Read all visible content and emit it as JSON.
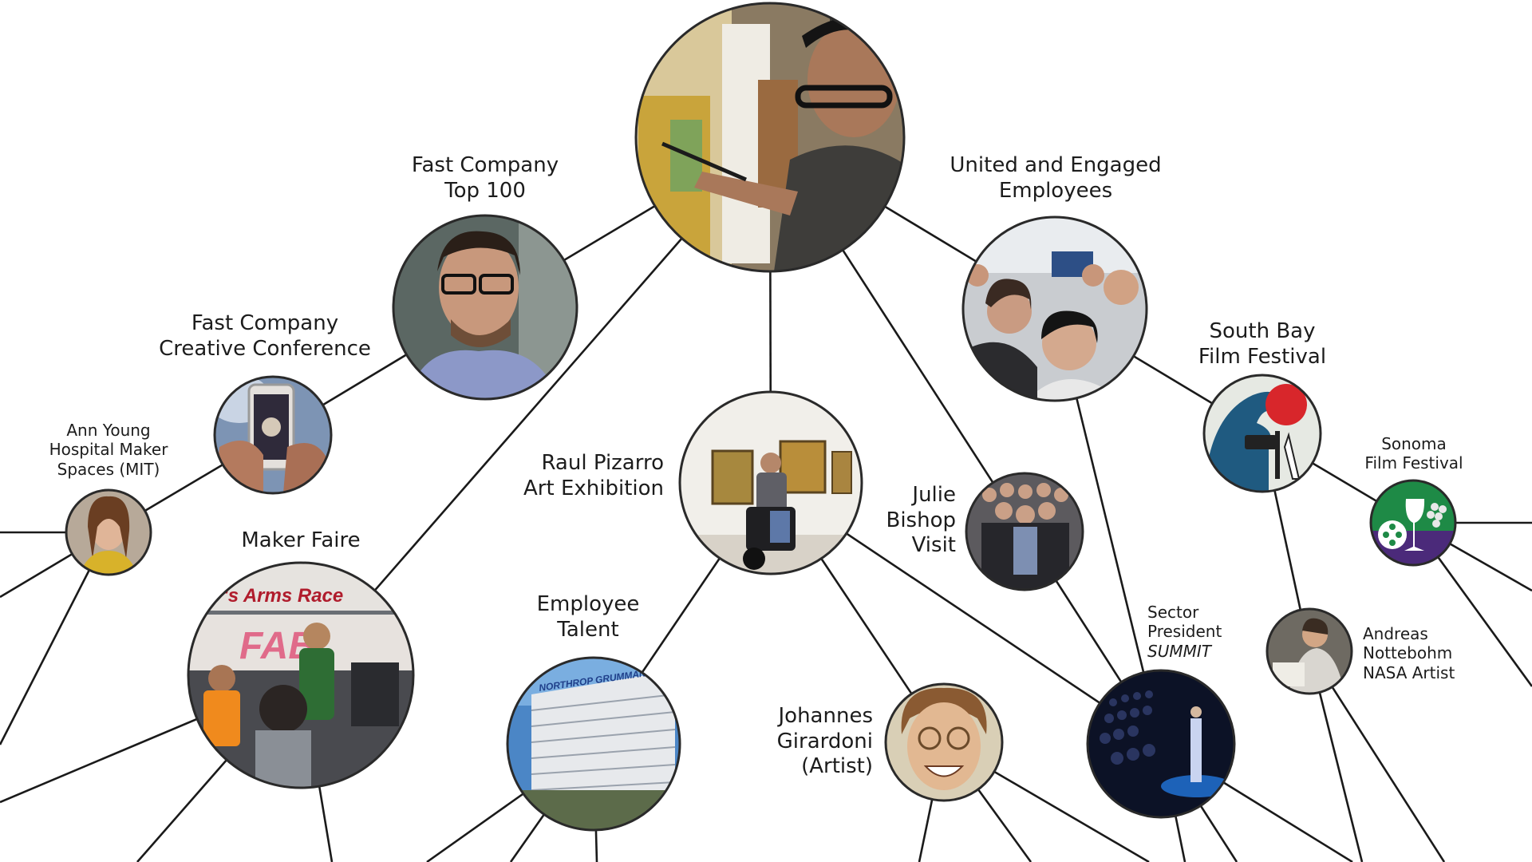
{
  "diagram": {
    "nodes": {
      "hub": {
        "photo": "artist-painting-canvas"
      },
      "fast_company_top100": {
        "photo": "man-with-glasses-portrait",
        "label": [
          "Fast Company",
          "Top 100"
        ]
      },
      "fast_company_creative": {
        "photo": "phone-camera-screen",
        "label": [
          "Fast Company",
          "Creative Conference"
        ]
      },
      "ann_young": {
        "photo": "smiling-woman-portrait",
        "label": [
          "Ann Young",
          "Hospital Maker",
          "Spaces (MIT)"
        ]
      },
      "maker_faire": {
        "photo": "maker-faire-booth",
        "label": [
          "Maker Faire"
        ],
        "banner": "'s Arms Race",
        "banner2": "FAB"
      },
      "raul_pizarro": {
        "photo": "art-exhibition-wheelchair",
        "label": [
          "Raul Pizarro",
          "Art Exhibition"
        ]
      },
      "employee_talent": {
        "photo": "office-building",
        "label": [
          "Employee",
          "Talent"
        ],
        "building_sign": "NORTHROP GRUMMAN"
      },
      "united_engaged": {
        "photo": "employees-crowd",
        "label": [
          "United and Engaged",
          "Employees"
        ]
      },
      "julie_bishop": {
        "photo": "group-photo-wheelchair",
        "label": [
          "Julie",
          "Bishop",
          "Visit"
        ]
      },
      "johannes": {
        "photo": "smiling-man-portrait",
        "label": [
          "Johannes",
          "Girardoni",
          "(Artist)"
        ]
      },
      "sector_summit": {
        "photo": "auditorium-speaker-stage",
        "label": [
          "Sector",
          "President"
        ],
        "label_italic": "SUMMIT"
      },
      "south_bay": {
        "photo": "film-festival-wave-logo",
        "label": [
          "South Bay",
          "Film Festival"
        ]
      },
      "sonoma": {
        "photo": "film-festival-wine-logo",
        "label": [
          "Sonoma",
          "Film Festival"
        ]
      },
      "andreas": {
        "photo": "artist-sketching-portrait",
        "label": [
          "Andreas",
          "Nottebohm",
          "NASA Artist"
        ]
      }
    },
    "colors": {
      "background": "#ffffff",
      "line": "#1a1a1a",
      "node_border": "#2a2a2a",
      "text": "#1c1c1c"
    }
  }
}
